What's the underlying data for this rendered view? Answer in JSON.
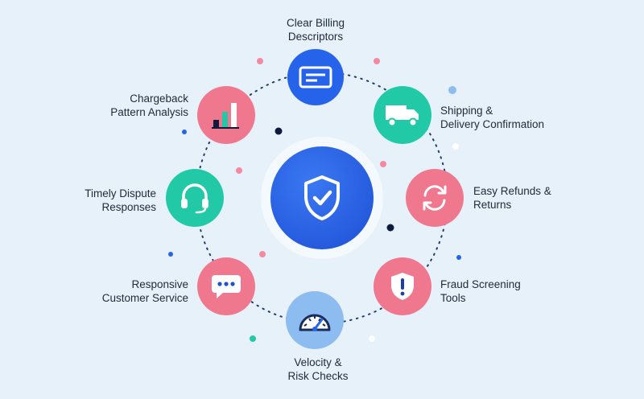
{
  "colors": {
    "background": "#e6f1fa",
    "blue": "#2563eb",
    "teal": "#22c9a6",
    "pink": "#f0788e",
    "light_blue": "#8cbcf0",
    "navy": "#0f1b3d",
    "label_text": "#1f2a3a"
  },
  "center": {
    "icon": "shield-check-icon"
  },
  "features": [
    {
      "id": "billing",
      "label": "Clear Billing\nDescriptors",
      "icon": "credit-card-icon",
      "color": "#2563eb"
    },
    {
      "id": "shipping",
      "label": "Shipping &\nDelivery Confirmation",
      "icon": "truck-icon",
      "color": "#22c9a6"
    },
    {
      "id": "refunds",
      "label": "Easy Refunds &\nReturns",
      "icon": "refresh-icon",
      "color": "#f0788e"
    },
    {
      "id": "fraud",
      "label": "Fraud Screening\nTools",
      "icon": "shield-alert-icon",
      "color": "#f0788e"
    },
    {
      "id": "velocity",
      "label": "Velocity &\nRisk Checks",
      "icon": "gauge-icon",
      "color": "#8cbcf0"
    },
    {
      "id": "service",
      "label": "Responsive\nCustomer Service",
      "icon": "chat-icon",
      "color": "#f0788e"
    },
    {
      "id": "dispute",
      "label": "Timely Dispute\nResponses",
      "icon": "headset-icon",
      "color": "#22c9a6"
    },
    {
      "id": "chargeback",
      "label": "Chargeback\nPattern Analysis",
      "icon": "bar-chart-icon",
      "color": "#f0788e"
    }
  ]
}
